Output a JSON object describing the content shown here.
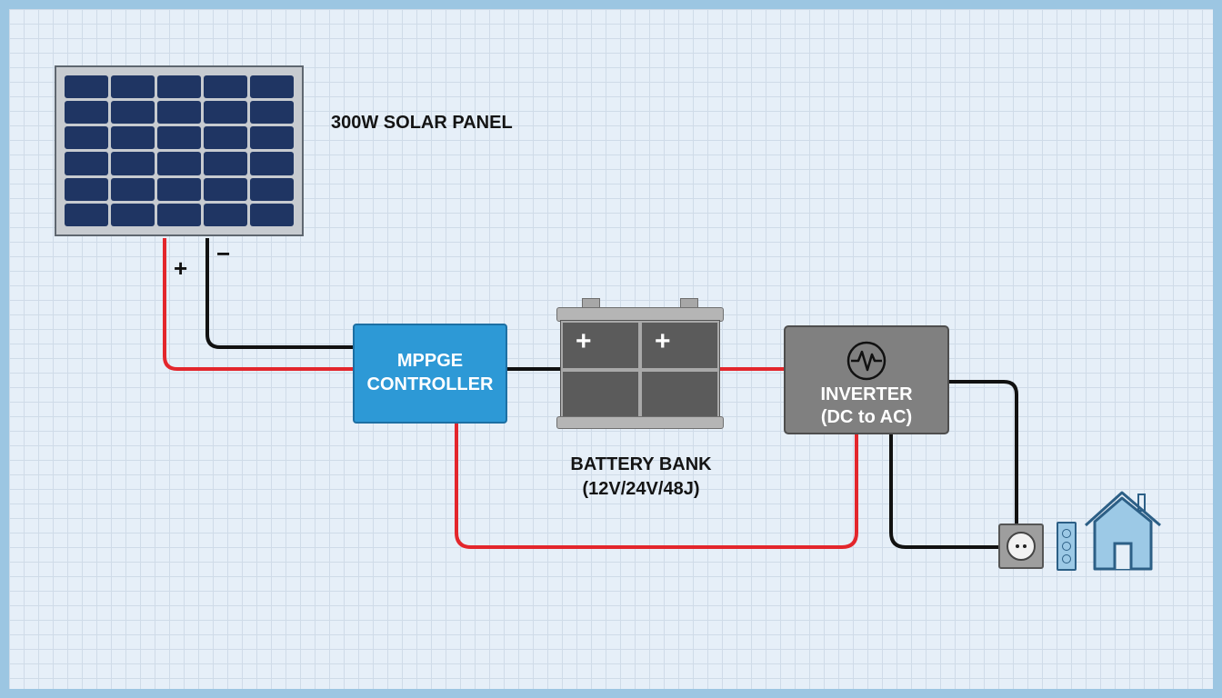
{
  "solar_panel": {
    "label": "300W SOLAR PANEL",
    "plus_label": "+",
    "minus_label": "−"
  },
  "controller": {
    "line1": "MPPGE",
    "line2": "CONTROLLER"
  },
  "battery": {
    "line1": "BATTERY BANK",
    "line2": "(12V/24V/48J)",
    "cell_plus_1": "+",
    "cell_plus_2": "+"
  },
  "inverter": {
    "line1": "INVERTER",
    "line2": "(DC to AC)"
  },
  "colors": {
    "positive_wire": "#e3262c",
    "negative_wire": "#111111",
    "controller_fill": "#2d99d6",
    "inverter_fill": "#808080",
    "panel_cell": "#1f3563",
    "frame_border": "#9cc6e2"
  },
  "icons": {
    "inverter_symbol": "sine-wave-icon",
    "outlet": "power-outlet-icon",
    "switch": "switch-panel-icon",
    "house": "house-icon"
  }
}
